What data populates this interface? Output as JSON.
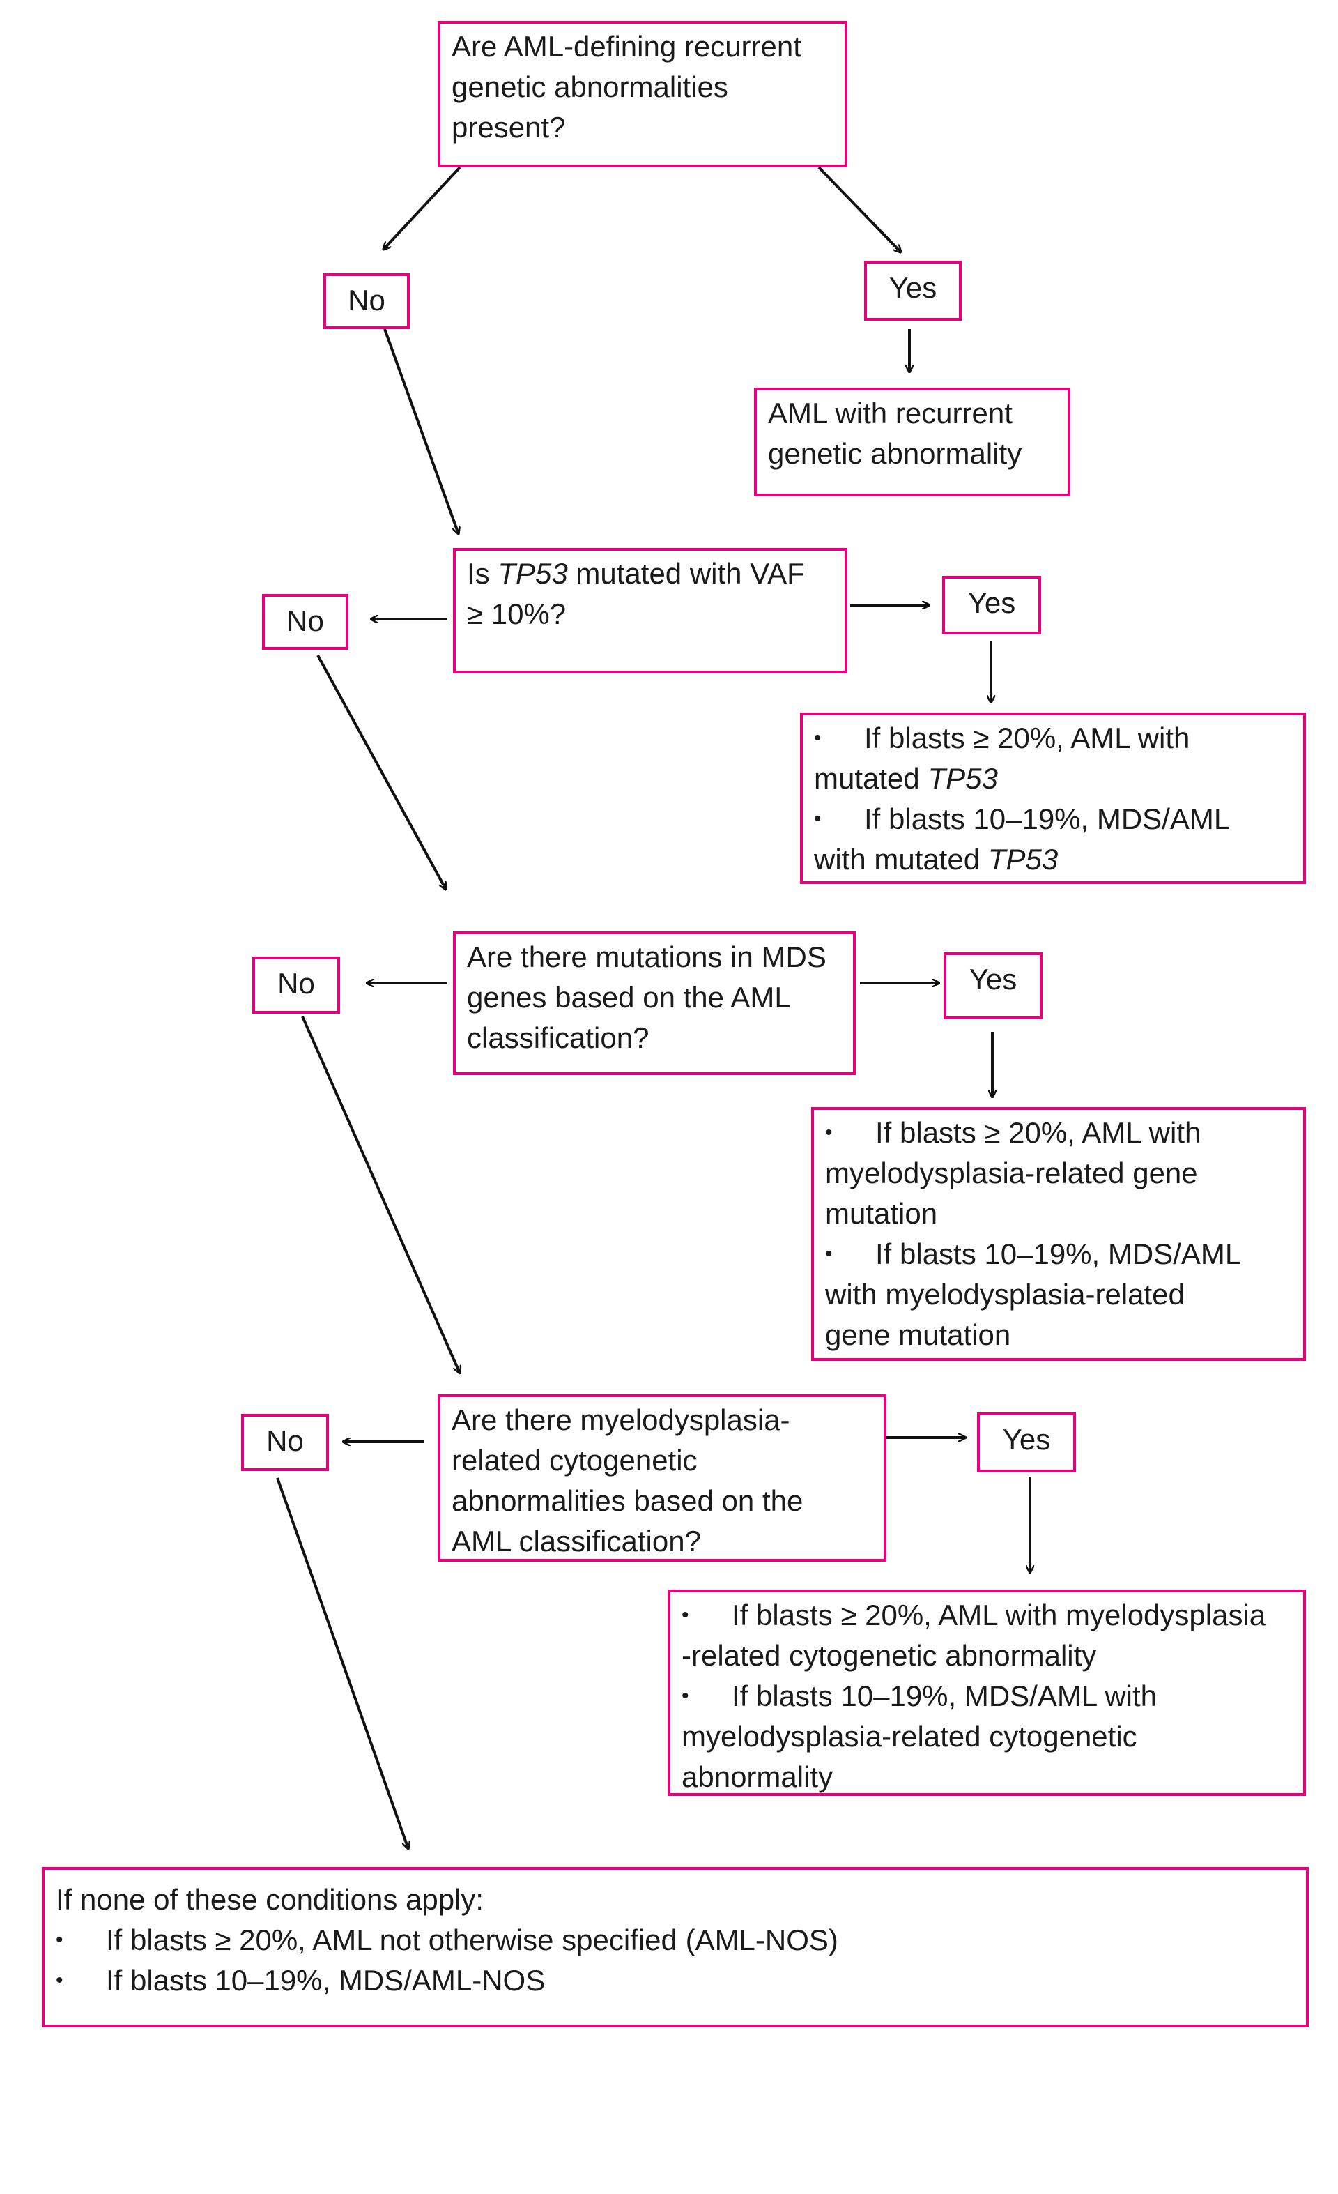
{
  "colors": {
    "box_border": "#e6007e",
    "arrow": "#111111"
  },
  "q1": {
    "lines": [
      "Are AML-defining recurrent",
      "genetic abnormalities",
      "present?"
    ]
  },
  "q1_no": "No",
  "q1_yes": "Yes",
  "r1": {
    "lines": [
      "AML with recurrent",
      "genetic abnormality"
    ]
  },
  "q2": {
    "l1_pre": "Is ",
    "l1_gene": "TP53",
    "l1_post": " mutated with VAF",
    "l2": "≥ 10%?"
  },
  "q2_no": "No",
  "q2_yes": "Yes",
  "r2": {
    "b1_l1": "If blasts ≥ 20%, AML with",
    "b1_l2_pre": "mutated ",
    "b1_l2_gene": "TP53",
    "b2_l1": "If blasts 10–19%, MDS/AML",
    "b2_l2_pre": "with mutated ",
    "b2_l2_gene": "TP53"
  },
  "q3": {
    "lines": [
      "Are there mutations in MDS",
      "genes based on the AML",
      "classification?"
    ]
  },
  "q3_no": "No",
  "q3_yes": "Yes",
  "r3": {
    "b1": [
      "If blasts ≥ 20%, AML with",
      "myelodysplasia-related gene",
      "mutation"
    ],
    "b2": [
      "If blasts 10–19%, MDS/AML",
      "with myelodysplasia-related",
      "gene mutation"
    ]
  },
  "q4": {
    "lines": [
      "Are there myelodysplasia-",
      "related cytogenetic",
      "abnormalities based on the",
      "AML classification?"
    ]
  },
  "q4_no": "No",
  "q4_yes": "Yes",
  "r4": {
    "b1": [
      "If blasts ≥ 20%, AML with myelodysplasia",
      "-related cytogenetic abnormality"
    ],
    "b2": [
      "If blasts 10–19%, MDS/AML with",
      "myelodysplasia-related cytogenetic",
      "abnormality"
    ]
  },
  "final": {
    "intro": "If none of these conditions apply:",
    "b1": "If blasts ≥ 20%, AML not otherwise specified (AML-NOS)",
    "b2": "If blasts 10–19%, MDS/AML-NOS"
  },
  "bullet_char": "•"
}
